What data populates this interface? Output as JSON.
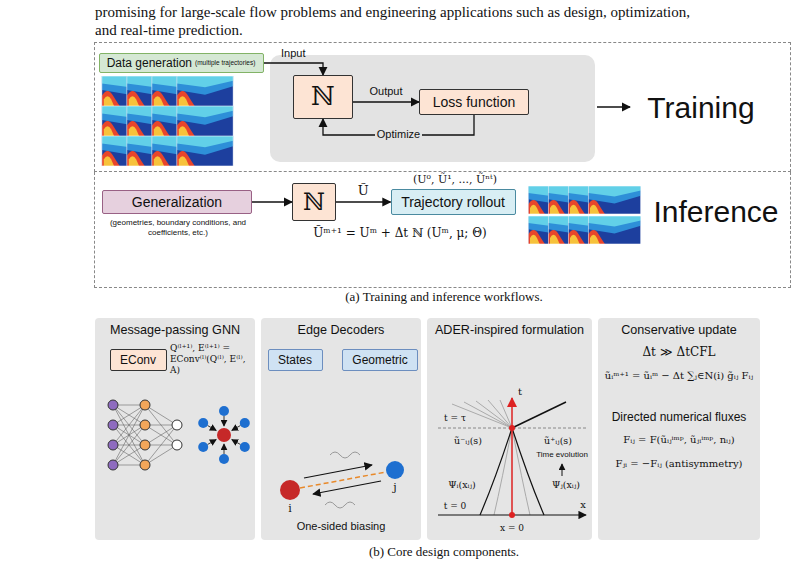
{
  "diagram": {
    "nodes": [
      {
        "text": [
          "Training"
        ]
      },
      {
        "text": [
          "Data generation",
          "(multiple trajectories)"
        ],
        "in": 0
      },
      {
        "text": [
          "ℕ"
        ],
        "in": 0
      },
      {
        "text": [
          "Loss function"
        ],
        "in": 0
      },
      {
        "text": [
          "Inference"
        ]
      },
      {
        "text": [
          "Generalization",
          "(geometries, boundary conditions, and coefficients, etc.)"
        ],
        "in": 4
      },
      {
        "text": [
          "ℕ"
        ],
        "in": 4
      },
      {
        "text": [
          "Trajectory rollout"
        ],
        "in": 4
      },
      {
        "text": [
          "Message-passing GNN",
          "Q⁽ˡ⁺¹⁾, E⁽ˡ⁺¹⁾ = EConv⁽ˡ⁾(Q⁽ˡ⁾, E⁽ˡ⁾, A)"
        ]
      },
      {
        "text": [
          "EConv"
        ],
        "in": 8
      },
      {
        "text": [
          "Edge Decoders"
        ]
      },
      {
        "text": [
          "States"
        ],
        "in": 10
      },
      {
        "text": [
          "Geometric"
        ],
        "in": 10
      },
      {
        "text": [
          "ADER-inspired formulation"
        ]
      },
      {
        "text": [
          "Conservative update",
          "Δt ≫ ΔtCFL",
          "ũᵢᵐ⁺¹ = ũᵢᵐ − Δt ∑ⱼ∈N(i) g̃ᵢⱼ Fᵢⱼ",
          "Directed numerical fluxes",
          "Fᵢⱼ = F(ũᵢⱼⁱᵐᵖ, ũⱼᵢⁱᵐᵖ, nᵢⱼ)",
          "Fⱼᵢ = −Fᵢⱼ (antisymmetry)"
        ]
      }
    ],
    "edges": [
      {
        "from": 1,
        "to": 2,
        "arrow": "to",
        "label": "Input"
      },
      {
        "from": 2,
        "to": 3,
        "arrow": "to",
        "label": "Output"
      },
      {
        "from": 3,
        "to": 2,
        "arrow": "to",
        "label": "Optimize"
      },
      {
        "from": 5,
        "to": 6,
        "arrow": "to"
      },
      {
        "from": 6,
        "to": 7,
        "arrow": "to",
        "label": "Ũ"
      }
    ],
    "labels": [
      "promising for large-scale flow problems and engineering applications such as design, optimization, and real-time prediction.",
      "(U⁰, Ũ¹, ..., Ũⁿᵗ)",
      "Ũᵐ⁺¹ = Uᵐ + Δt ℕ (Uᵐ, μ; Θ)",
      "(a) Training and inference workflows.",
      "i",
      "j",
      "One-sided biasing",
      "t",
      "t = τ",
      "ũ⁻ᵢⱼ(s)",
      "ũ⁺ᵢⱼ(s)",
      "Time evolution",
      "Ψᵢ(xᵢⱼ)",
      "Ψⱼ(xᵢⱼ)",
      "t = 0",
      "x",
      "x = 0",
      "(b) Core design components."
    ]
  }
}
